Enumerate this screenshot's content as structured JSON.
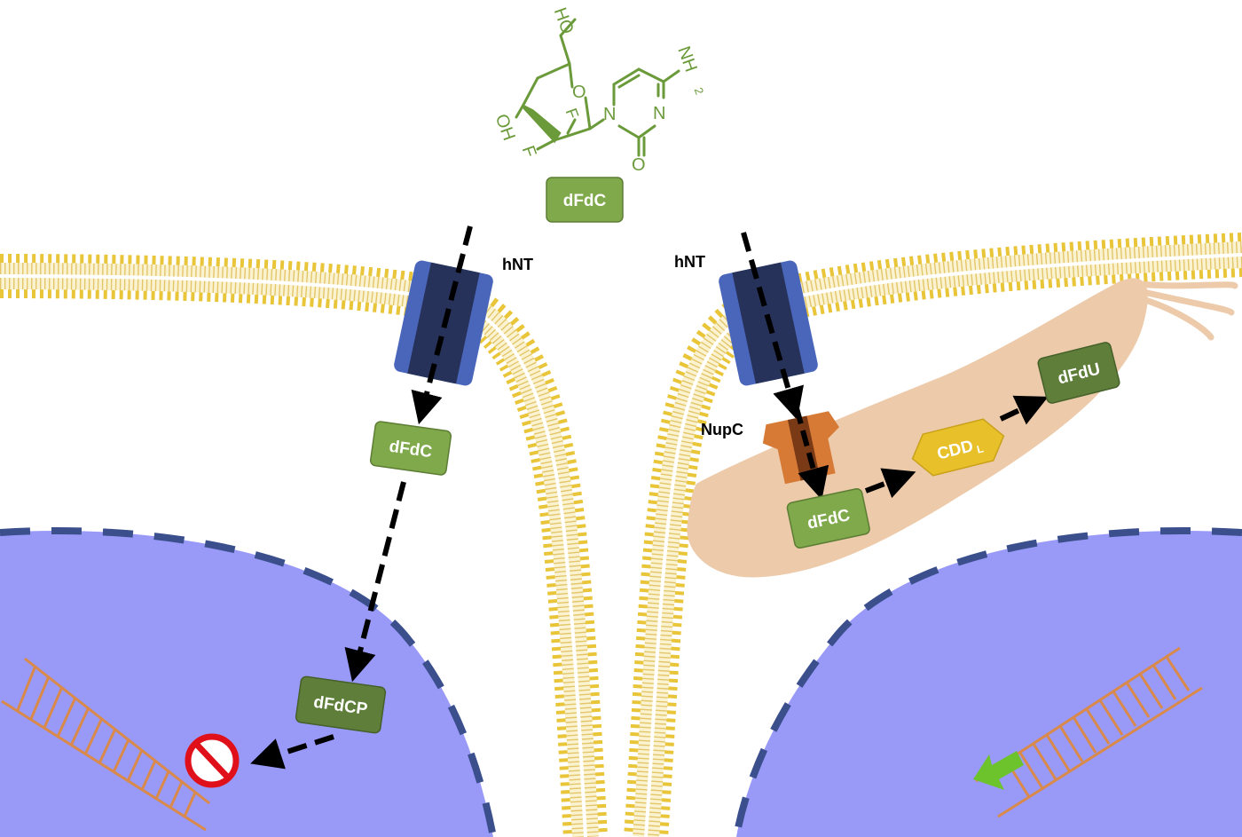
{
  "molecule": {
    "ho": "HO",
    "o_ring": "O",
    "oh": "OH",
    "f1": "F",
    "f2": "F",
    "n1": "N",
    "n3": "N",
    "nh": "NH",
    "sub2": "2",
    "o_carbonyl": "O"
  },
  "labels": {
    "dfdc_top": "dFdC",
    "hnt_left": "hNT",
    "hnt_right": "hNT",
    "dfdc_left": "dFdC",
    "dfdcp": "dFdCP",
    "nupc": "NupC",
    "dfdc_bacteria": "dFdC",
    "cdd": "CDD",
    "cdd_sub": "L",
    "dfdu": "dFdU"
  },
  "colors": {
    "membrane": "#e8c22e",
    "nucleus": "#9999f8",
    "nucleus_border": "#3a4f8c",
    "bacterium": "#eccaaa",
    "box_light_green": "#7fa94a",
    "box_dark_green": "#5e7e3a",
    "transporter_outer": "#4a66bb",
    "transporter_inner": "#27325a",
    "nupc_orange": "#d77a36",
    "nupc_dark": "#7a3a16",
    "cdd_yellow": "#e8c02a",
    "dna": "#d98a4a",
    "inhibit_red": "#e0101a",
    "green_arrow": "#6cc32c"
  }
}
